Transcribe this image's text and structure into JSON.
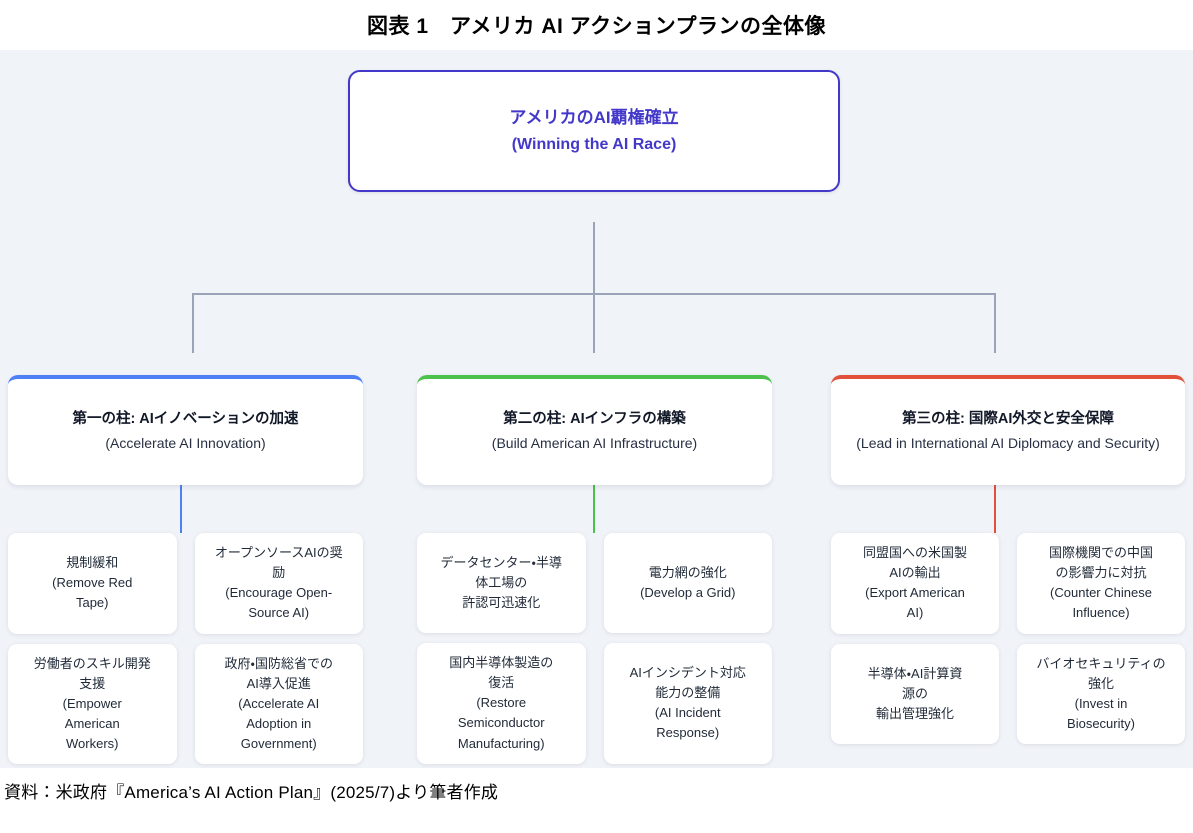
{
  "figure": {
    "title": "図表 1　アメリカ AI アクションプランの全体像",
    "source_note": "資料：米政府『America’s AI Action Plan』(2025/7)より筆者作成"
  },
  "colors": {
    "background": "#f0f3f8",
    "root_accent": "#4338ca",
    "pillar1_accent": "#4f7ff5",
    "pillar2_accent": "#4cc14c",
    "pillar3_accent": "#e2503c",
    "connector": "#9aa3b8"
  },
  "root": {
    "jp": "アメリカのAI覇権確立",
    "en": "(Winning the AI Race)"
  },
  "pillars": [
    {
      "jp": "第一の柱: AIイノベーションの加速",
      "en": "(Accelerate AI Innovation)",
      "items": [
        {
          "text": "規制緩和\n(Remove Red\nTape)"
        },
        {
          "text": "オープンソースAIの奨\n励\n(Encourage Open-\nSource AI)"
        },
        {
          "text": "労働者のスキル開発\n支援\n(Empower\nAmerican\nWorkers)"
        },
        {
          "text": "政府・国防総省での\nAI導入促進\n(Accelerate AI\nAdoption in\nGovernment)"
        }
      ]
    },
    {
      "jp": "第二の柱: AIインフラの構築",
      "en": "(Build American AI Infrastructure)",
      "items": [
        {
          "text": "データセンター・半導\n体工場の\n許認可迅速化"
        },
        {
          "text": "電力網の強化\n(Develop a Grid)"
        },
        {
          "text": "国内半導体製造の\n復活\n(Restore\nSemiconductor\nManufacturing)"
        },
        {
          "text": "AIインシデント対応\n能力の整備\n(AI Incident\nResponse)"
        }
      ]
    },
    {
      "jp": "第三の柱: 国際AI外交と安全保障",
      "en": "(Lead in International AI Diplomacy and Security)",
      "items": [
        {
          "text": "同盟国への米国製\nAIの輸出\n(Export American\nAI)"
        },
        {
          "text": "国際機関での中国\nの影響力に対抗\n(Counter Chinese\nInfluence)"
        },
        {
          "text": "半導体・AI計算資\n源の\n輸出管理強化"
        },
        {
          "text": "バイオセキュリティの\n強化\n(Invest in\nBiosecurity)"
        }
      ]
    }
  ]
}
